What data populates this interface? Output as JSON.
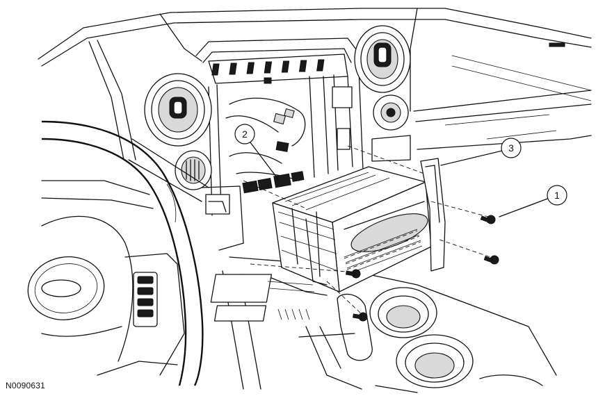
{
  "figure_id": "N0090631",
  "callouts": [
    {
      "number": "1",
      "part": "screw"
    },
    {
      "number": "2",
      "part": "electrical-connector"
    },
    {
      "number": "3",
      "part": "audio-unit-bracket"
    }
  ]
}
